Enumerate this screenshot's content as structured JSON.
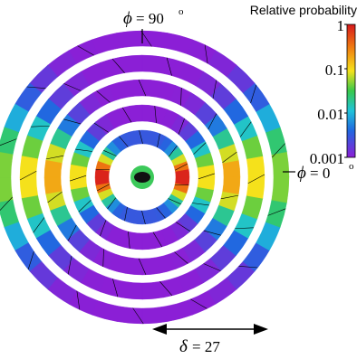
{
  "chart_data": {
    "type": "heatmap",
    "title": "",
    "colorbar": {
      "label": "Relative probability",
      "scale": "log",
      "range": [
        0.001,
        1
      ],
      "tick_labels": [
        "1",
        "0.1",
        "0.01",
        "0.001"
      ],
      "tick_values": [
        1,
        0.1,
        0.01,
        0.001
      ]
    },
    "annotations": {
      "phi_top": "= 90",
      "phi_right": "= 0",
      "phi_symbol": "ϕ",
      "degree": "o",
      "delta_symbol": "δ",
      "delta_value": "= 27"
    },
    "rings": [
      {
        "ring": 1,
        "description": "innermost (hub)"
      },
      {
        "ring": 2,
        "peak_near_phi0": 1.0,
        "background": 0.003
      },
      {
        "ring": 3,
        "peak_near_phi0": 0.1,
        "background": 0.001
      },
      {
        "ring": 4,
        "peak_near_phi0": 0.2,
        "background": 0.001
      },
      {
        "ring": 5,
        "peak_near_phi0": 0.1,
        "background": 0.001
      },
      {
        "ring": 6,
        "peak_near_phi0": 0.05,
        "background": 0.001
      }
    ]
  }
}
